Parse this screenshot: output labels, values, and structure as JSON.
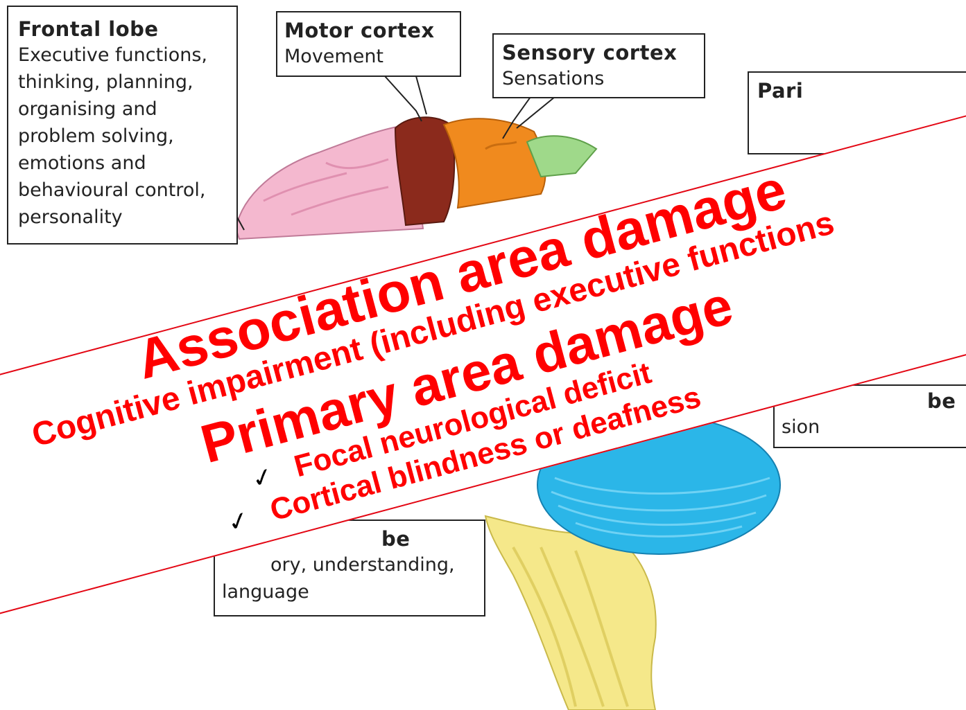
{
  "labels": {
    "frontal": {
      "title": "Frontal lobe",
      "lines": [
        "Executive functions,",
        "thinking, planning,",
        "organising and",
        "problem solving,",
        "emotions and",
        "behavioural control,",
        "personality"
      ]
    },
    "motor": {
      "title": "Motor cortex",
      "body": "Movement"
    },
    "sensory": {
      "title": "Sensory cortex",
      "body": "Sensations"
    },
    "parietal": {
      "title": "Pari"
    },
    "occipital": {
      "title": "be",
      "body": "sion"
    },
    "temporal": {
      "title": "be",
      "lines": [
        "ory, understanding,",
        "language"
      ]
    }
  },
  "banner": {
    "association_heading": "Association area damage",
    "association_detail": "Cognitive impairment (including executive functions",
    "primary_heading": "Primary area damage",
    "bullets": [
      "Focal neurological deficit",
      "Cortical blindness or deafness"
    ],
    "check_glyph": "✓"
  },
  "colors": {
    "frontal": "#f4b8cf",
    "motor": "#8b2a1c",
    "sensory": "#f08a1e",
    "parietal": "#9fd98a",
    "cerebellum": "#2bb6e8",
    "brainstem": "#f5e88a",
    "banner_text": "#ff0000"
  }
}
